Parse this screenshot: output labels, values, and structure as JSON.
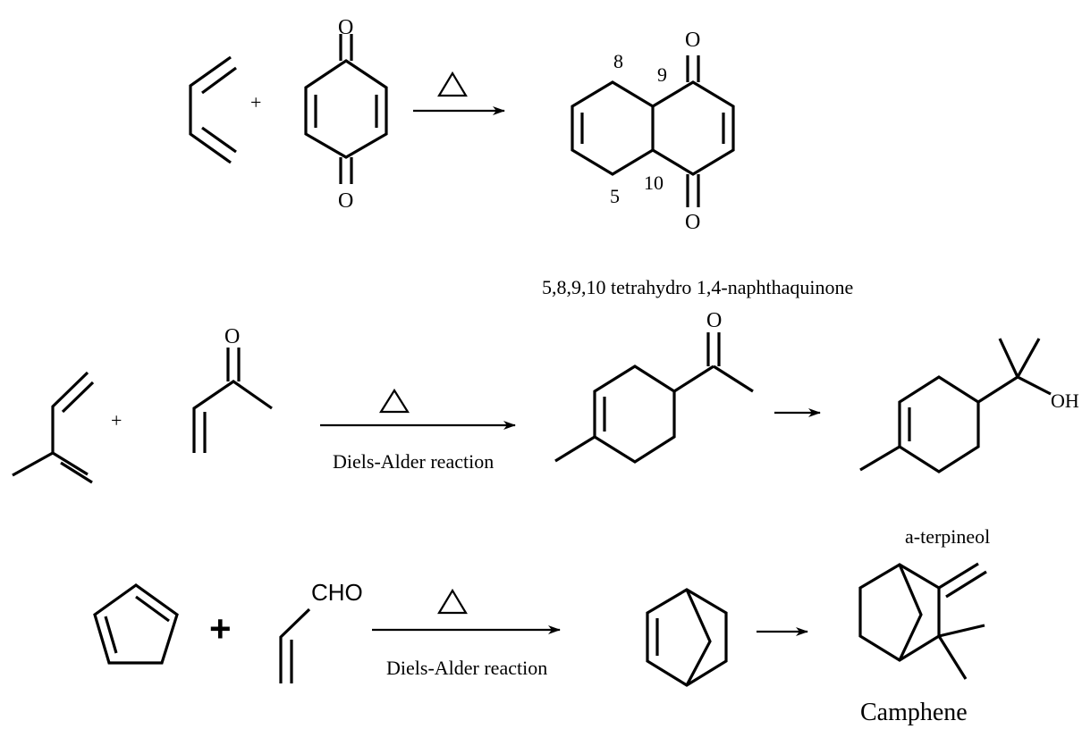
{
  "reaction1": {
    "plus": "+",
    "heat_symbol": "Δ",
    "atoms": {
      "o_top": "O",
      "o_bottom": "O",
      "o_prod_top": "O",
      "o_prod_bottom": "O"
    },
    "position_numbers": {
      "p8": "8",
      "p9": "9",
      "p5": "5",
      "p10": "10"
    },
    "product_name": "5,8,9,10 tetrahydro 1,4-naphthaquinone"
  },
  "reaction2": {
    "plus": "+",
    "heat_symbol": "Δ",
    "arrow_label": "Diels-Alder reaction",
    "atoms": {
      "o_reactant": "O",
      "o_intermediate": "O",
      "oh": "OH"
    },
    "product_name": "a-terpineol"
  },
  "reaction3": {
    "plus": "+",
    "heat_symbol": "Δ",
    "arrow_label": "Diels-Alder reaction",
    "atoms": {
      "cho": "CHO"
    },
    "product_name": "Camphene"
  }
}
